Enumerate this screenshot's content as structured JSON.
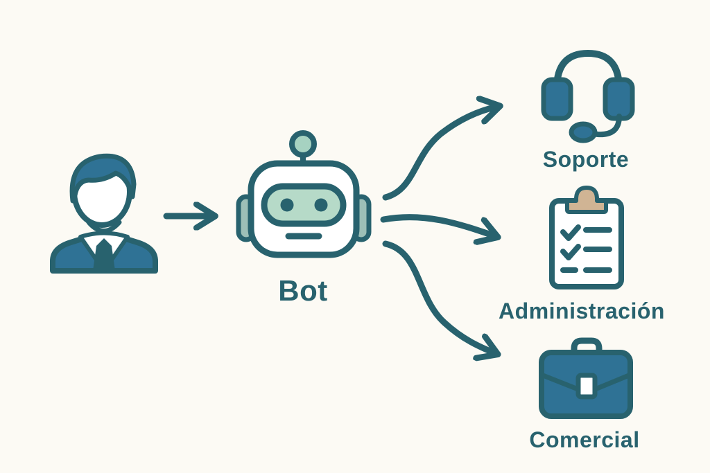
{
  "diagram": {
    "background": "#fcfaf4",
    "colors": {
      "background": "#fcfaf4",
      "outline": "#28626e",
      "text": "#28626e",
      "blue": "#2f7295",
      "visor": "#b6dac8",
      "antenna": "#a6d2c1",
      "ear": "#9dbfb7",
      "clip": "#d0b494",
      "paper": "#ffffff"
    },
    "nodes": {
      "user": {
        "icon": "user-icon"
      },
      "bot": {
        "icon": "robot-icon",
        "label": "Bot"
      },
      "soporte": {
        "icon": "headset-icon",
        "label": "Soporte"
      },
      "administracion": {
        "icon": "clipboard-checklist-icon",
        "label": "Administración"
      },
      "comercial": {
        "icon": "briefcase-icon",
        "label": "Comercial"
      }
    },
    "edges": [
      {
        "from": "user",
        "to": "bot",
        "style": "straight-arrow"
      },
      {
        "from": "bot",
        "to": "soporte",
        "style": "curved-arrow-up"
      },
      {
        "from": "bot",
        "to": "administracion",
        "style": "curved-arrow-right"
      },
      {
        "from": "bot",
        "to": "comercial",
        "style": "curved-arrow-down"
      }
    ]
  }
}
